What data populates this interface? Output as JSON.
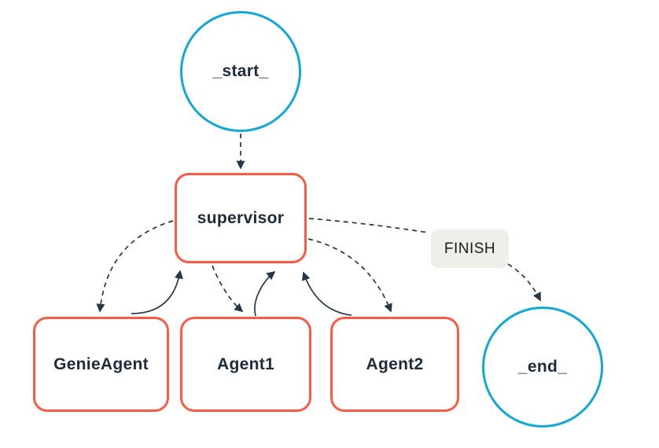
{
  "diagram": {
    "type": "agent-workflow-graph",
    "nodes": {
      "start": {
        "label": "_start_",
        "shape": "circle"
      },
      "supervisor": {
        "label": "supervisor",
        "shape": "rect"
      },
      "genie_agent": {
        "label": "GenieAgent",
        "shape": "rect"
      },
      "agent1": {
        "label": "Agent1",
        "shape": "rect"
      },
      "agent2": {
        "label": "Agent2",
        "shape": "rect"
      },
      "end": {
        "label": "_end_",
        "shape": "circle"
      }
    },
    "edge_labels": {
      "finish": "FINISH"
    },
    "edges": [
      {
        "from": "_start_",
        "to": "supervisor",
        "style": "dashed"
      },
      {
        "from": "supervisor",
        "to": "GenieAgent",
        "style": "dashed"
      },
      {
        "from": "GenieAgent",
        "to": "supervisor",
        "style": "solid"
      },
      {
        "from": "supervisor",
        "to": "Agent1",
        "style": "dashed"
      },
      {
        "from": "Agent1",
        "to": "supervisor",
        "style": "solid"
      },
      {
        "from": "supervisor",
        "to": "Agent2",
        "style": "dashed"
      },
      {
        "from": "Agent2",
        "to": "supervisor",
        "style": "solid"
      },
      {
        "from": "supervisor",
        "to": "_end_",
        "style": "dashed",
        "label": "FINISH"
      }
    ],
    "colors": {
      "circle_border": "#14a7d4",
      "rect_border": "#fb5a44",
      "edge_stroke": "#25384a",
      "label_text": "#1e2b3a",
      "finish_label_bg": "#efeee9",
      "background": "#ffffff"
    }
  }
}
